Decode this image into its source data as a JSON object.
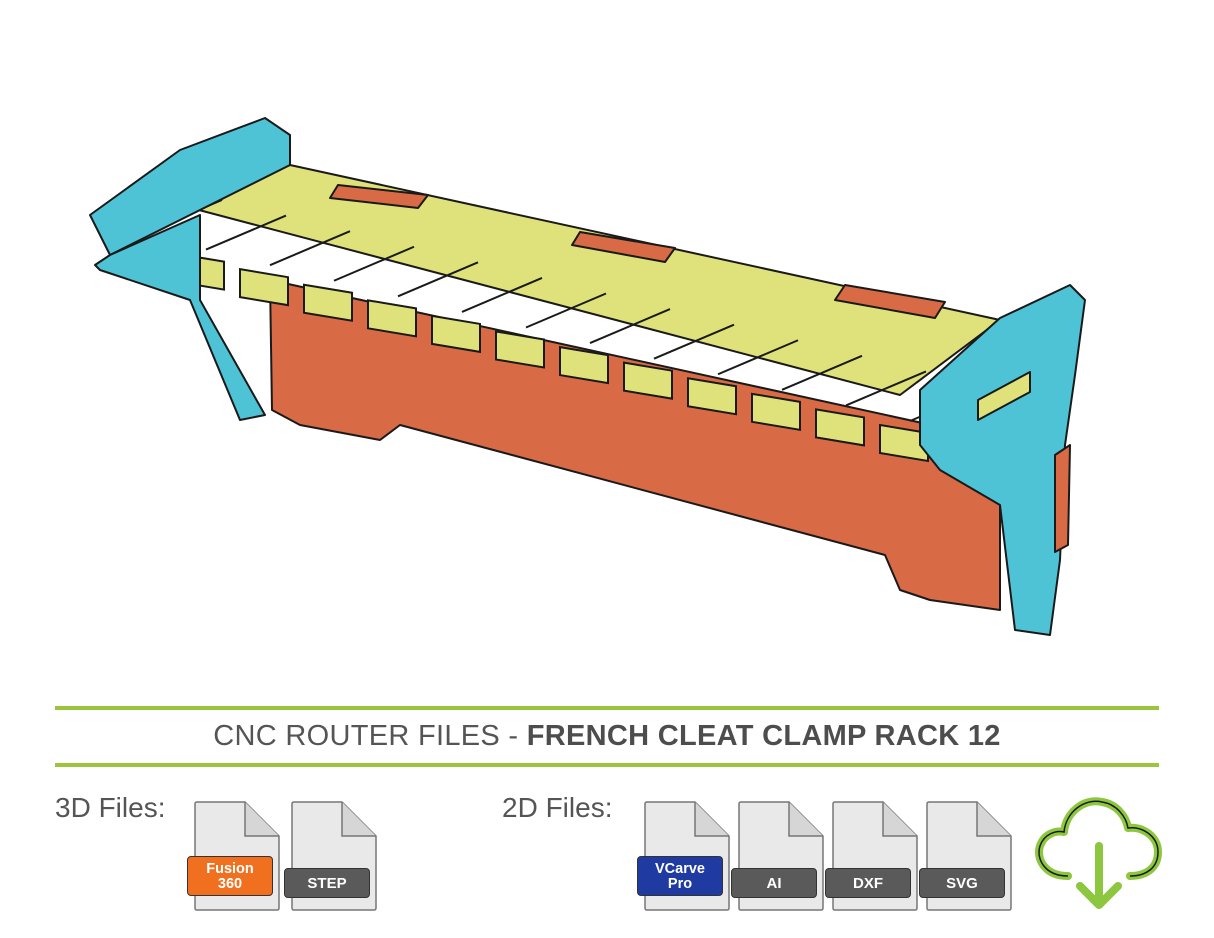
{
  "heading": {
    "prefix": "CNC ROUTER FILES - ",
    "name": "FRENCH CLEAT CLAMP RACK 12"
  },
  "files_3d": {
    "label": "3D Files:",
    "items": [
      {
        "line1": "Fusion",
        "line2": "360",
        "color": "#f07020"
      },
      {
        "line1": "STEP",
        "line2": "",
        "color": "#5a5a5a"
      }
    ]
  },
  "files_2d": {
    "label": "2D Files:",
    "items": [
      {
        "line1": "VCarve",
        "line2": "Pro",
        "color": "#1f3aa0"
      },
      {
        "line1": "AI",
        "line2": "",
        "color": "#5a5a5a"
      },
      {
        "line1": "DXF",
        "line2": "",
        "color": "#5a5a5a"
      },
      {
        "line1": "SVG",
        "line2": "",
        "color": "#5a5a5a"
      }
    ]
  },
  "download": {
    "icon": "cloud-download-icon",
    "color": "#8dc63f"
  },
  "colors": {
    "accent_rule": "#9cc43c",
    "fingers": "#e2e47a",
    "back_panel": "#d86a45",
    "side_brackets": "#4fc3d6"
  }
}
